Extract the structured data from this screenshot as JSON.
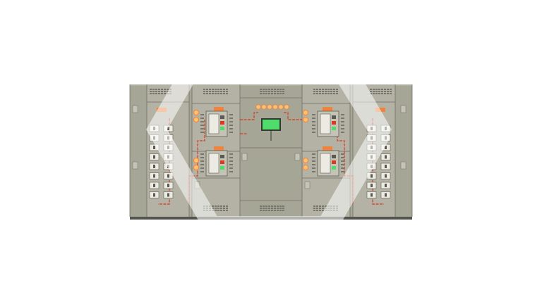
{
  "image": {
    "subject": "switchgear-lineup",
    "background_color": "#ffffff"
  },
  "colors": {
    "cabinet_body": "#b3b2a4",
    "cabinet_light": "#c4c3b5",
    "cabinet_dark": "#8f8e82",
    "seam": "#6f6e64",
    "vent": "#77766c",
    "base_plinth": "#55554f",
    "breaker_face": "#ecebe3",
    "breaker_outline": "#5a5a52",
    "indicator_orange": "#f0843c",
    "indicator_glow": "#ffc070",
    "wiring_red": "#d63a20",
    "display_screen": "#4fdc6a",
    "display_frame": "#2e3d2e",
    "watermark": "#ffffff"
  },
  "layout_text": {
    "cabinet_count": "5",
    "feeder_breaker_rows_per_side": "8",
    "main_breakers": "4",
    "top_indicator_lamps": "6"
  },
  "icons": {
    "watermark": "hexagon-logo-watermark-icon",
    "display": "hmi-display-icon",
    "lamp": "indicator-lamp-icon",
    "breaker": "circuit-breaker-icon"
  }
}
